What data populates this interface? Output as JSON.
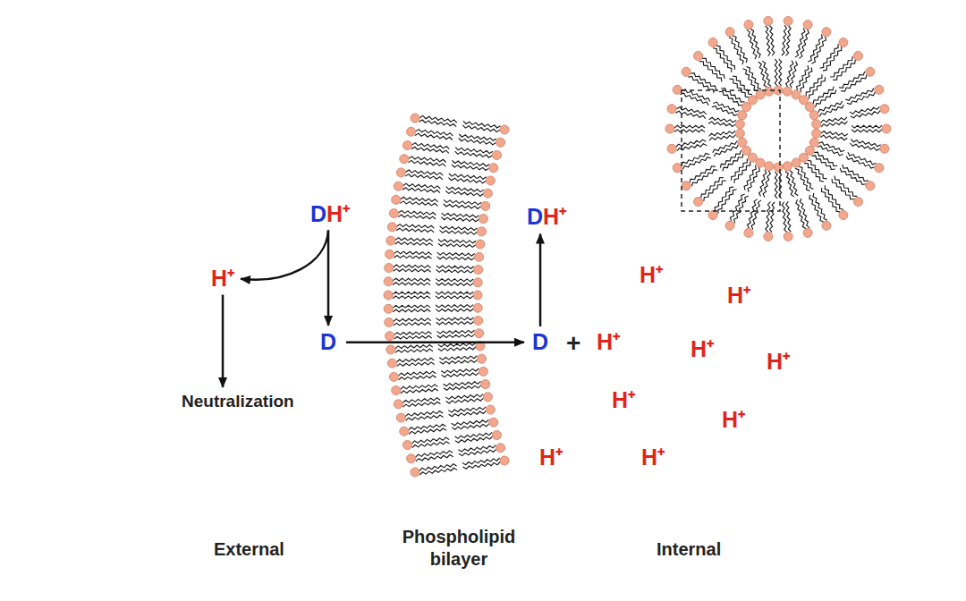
{
  "diagram": {
    "nodes": [
      {
        "text": [
          "D",
          "H⁺"
        ]
      },
      {
        "text": [
          "H⁺"
        ]
      },
      {
        "text": [
          "Neutralization"
        ]
      },
      {
        "text": [
          "D"
        ]
      },
      {
        "text": [
          "D"
        ]
      },
      {
        "text": [
          "D",
          "H⁺"
        ]
      }
    ],
    "edges": [
      {
        "from": 0,
        "to": 3,
        "arrow": "to"
      },
      {
        "from": 0,
        "to": 1,
        "arrow": "to"
      },
      {
        "from": 1,
        "to": 2,
        "arrow": "to"
      },
      {
        "from": 3,
        "to": 4,
        "arrow": "to"
      },
      {
        "from": 4,
        "to": 5,
        "arrow": "to"
      }
    ],
    "labels": [
      "+",
      "H⁺",
      "H⁺",
      "H⁺",
      "H⁺",
      "H⁺",
      "H⁺",
      "H⁺",
      "H⁺",
      "H⁺",
      "External",
      "Phospholipid bilayer",
      "Internal"
    ]
  }
}
